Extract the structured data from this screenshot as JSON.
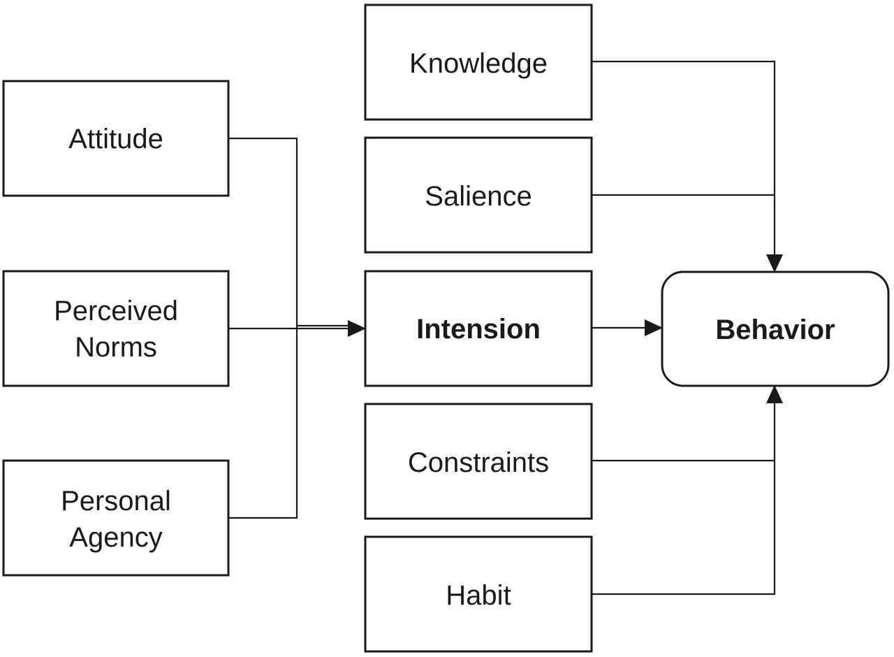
{
  "nodes": {
    "attitude": {
      "label": [
        "Attitude"
      ]
    },
    "perceived_norms": {
      "label": [
        "Perceived",
        "Norms"
      ]
    },
    "personal_agency": {
      "label": [
        "Personal",
        "Agency"
      ]
    },
    "knowledge": {
      "label": [
        "Knowledge"
      ]
    },
    "salience": {
      "label": [
        "Salience"
      ]
    },
    "intension": {
      "label": [
        "Intension"
      ]
    },
    "constraints": {
      "label": [
        "Constraints"
      ]
    },
    "habit": {
      "label": [
        "Habit"
      ]
    },
    "behavior": {
      "label": [
        "Behavior"
      ]
    }
  },
  "edges": [
    {
      "from": "attitude",
      "to": "intension"
    },
    {
      "from": "perceived_norms",
      "to": "intension"
    },
    {
      "from": "personal_agency",
      "to": "intension"
    },
    {
      "from": "intension",
      "to": "behavior"
    },
    {
      "from": "knowledge",
      "to": "behavior"
    },
    {
      "from": "salience",
      "to": "behavior"
    },
    {
      "from": "constraints",
      "to": "behavior"
    },
    {
      "from": "habit",
      "to": "behavior"
    }
  ]
}
